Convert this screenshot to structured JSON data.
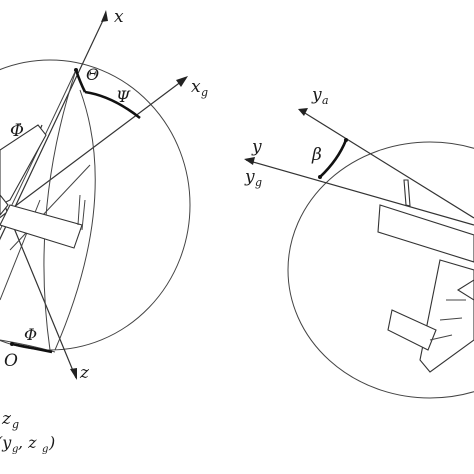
{
  "left_figure": {
    "axis_labels": {
      "x": "x",
      "xg": "x",
      "xg_sub": "g",
      "z": "z",
      "zg": "z",
      "zg_sub": "g",
      "origin": "O"
    },
    "angle_labels": {
      "theta": "Θ",
      "psi": "Ψ",
      "phi": "Φ",
      "phi_dot": "Φ̇"
    },
    "caption_partial": "(y",
    "caption_sub1": "g",
    "caption_mid": ", z",
    "caption_sub2": "g",
    "caption_end": ")"
  },
  "right_figure": {
    "axis_labels": {
      "y": "y",
      "ya": "y",
      "ya_sub": "a",
      "yg": "y",
      "yg_sub": "g"
    },
    "angle_labels": {
      "beta": "β"
    }
  }
}
